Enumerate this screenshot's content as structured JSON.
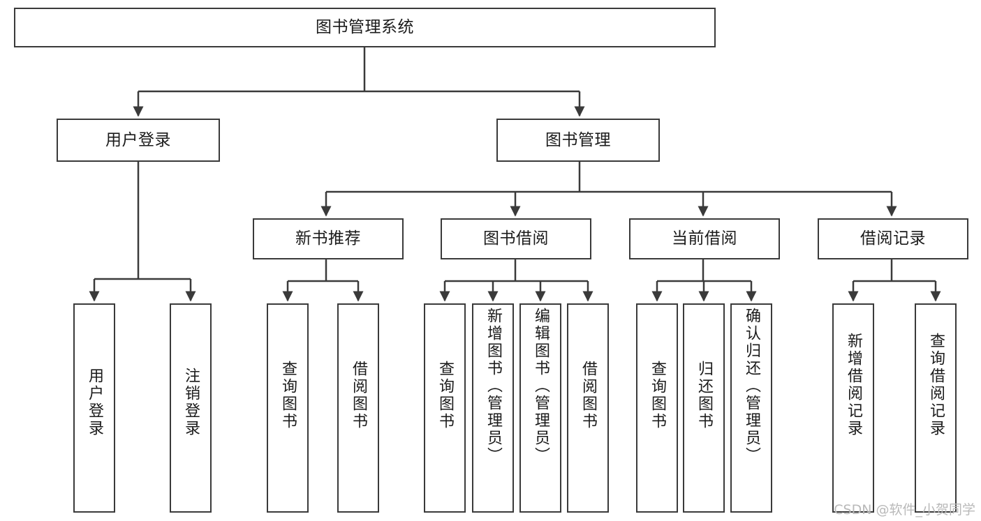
{
  "diagram": {
    "title": "图书管理系统",
    "type": "tree-hierarchy",
    "orientation": "top-down",
    "colors": {
      "box_border": "#3a3a3a",
      "box_fill": "#ffffff",
      "edge": "#3a3a3a",
      "text": "#1b1b1b",
      "watermark": "#b9b9b9",
      "background": "#ffffff"
    }
  },
  "watermark": "CSDN @软件_小贺同学",
  "nodes": {
    "root": {
      "label": "图书管理系统"
    },
    "level2": [
      {
        "id": "user-login",
        "label": "用户登录"
      },
      {
        "id": "book-management",
        "label": "图书管理"
      }
    ],
    "level3": [
      {
        "id": "new-book-recommend",
        "label": "新书推荐"
      },
      {
        "id": "book-borrow",
        "label": "图书借阅"
      },
      {
        "id": "current-borrow",
        "label": "当前借阅"
      },
      {
        "id": "borrow-record",
        "label": "借阅记录"
      }
    ],
    "leaves": {
      "user-login": [
        {
          "id": "leaf-user-login",
          "label": "用户登录"
        },
        {
          "id": "leaf-logout",
          "label": "注销登录"
        }
      ],
      "new-book-recommend": [
        {
          "id": "leaf-query-book-1",
          "label": "查询图书"
        },
        {
          "id": "leaf-borrow-book-1",
          "label": "借阅图书"
        }
      ],
      "book-borrow": [
        {
          "id": "leaf-query-book-2",
          "label": "查询图书"
        },
        {
          "id": "leaf-add-book",
          "label": "新增图书（管理员）"
        },
        {
          "id": "leaf-edit-book",
          "label": "编辑图书（管理员）"
        },
        {
          "id": "leaf-borrow-book-2",
          "label": "借阅图书"
        }
      ],
      "current-borrow": [
        {
          "id": "leaf-query-book-3",
          "label": "查询图书"
        },
        {
          "id": "leaf-return-book",
          "label": "归还图书"
        },
        {
          "id": "leaf-confirm-return",
          "label": "确认归还（管理员）"
        }
      ],
      "borrow-record": [
        {
          "id": "leaf-add-record",
          "label": "新增借阅记录"
        },
        {
          "id": "leaf-query-record",
          "label": "查询借阅记录"
        }
      ]
    }
  }
}
